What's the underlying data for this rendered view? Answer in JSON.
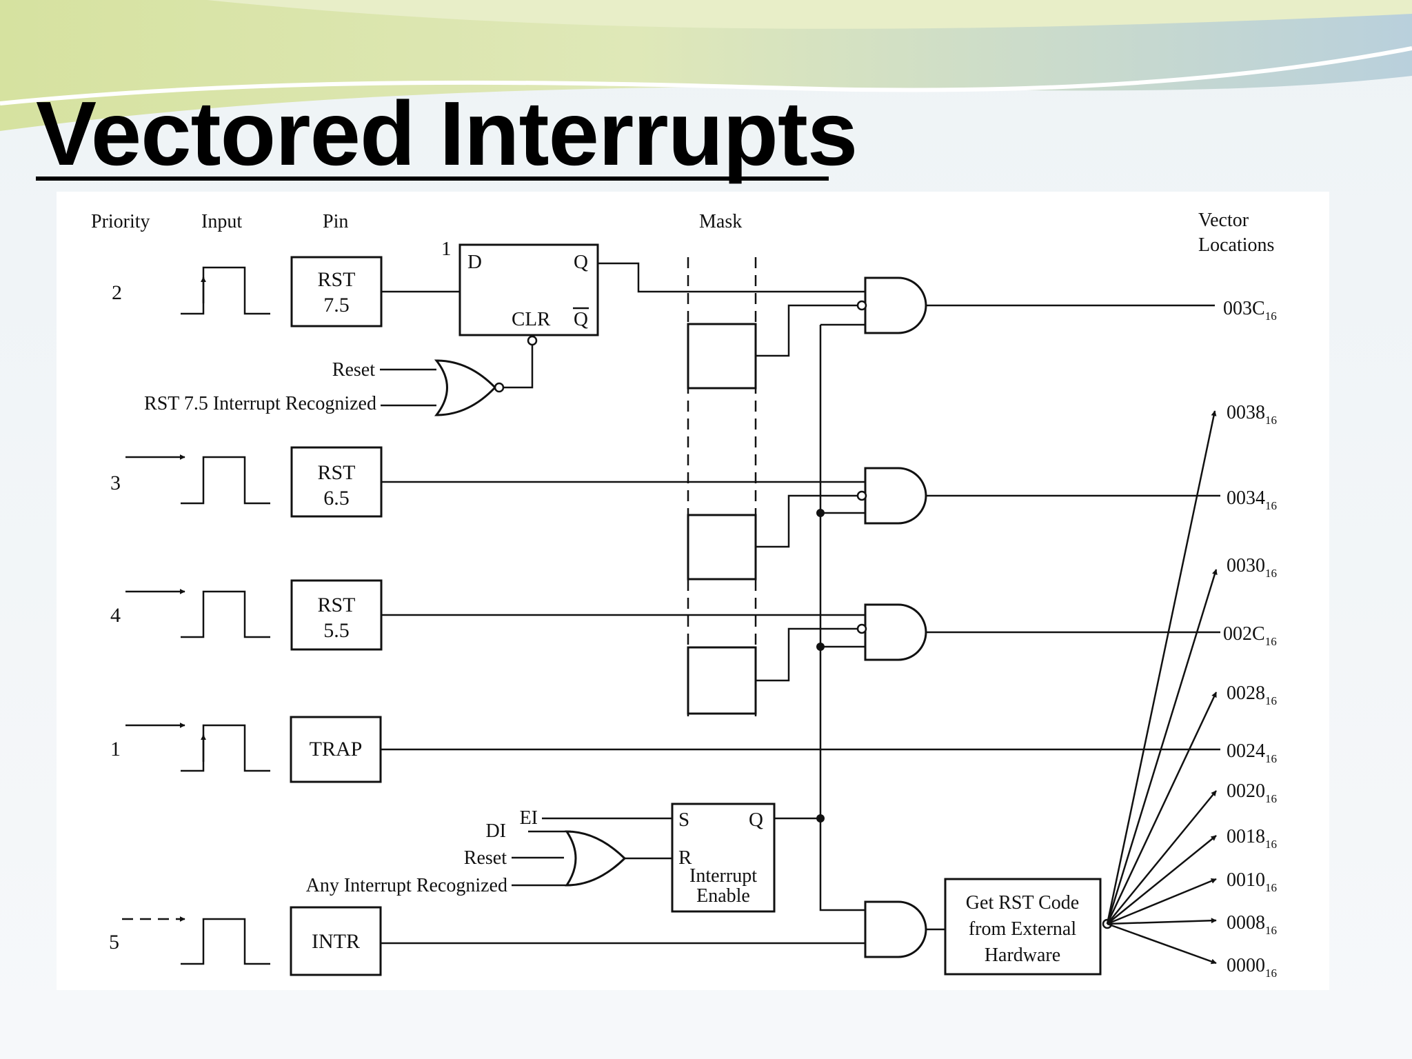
{
  "title": "Vectored Interrupts",
  "colors": {
    "wave_green": "#c9dc8e",
    "wave_blue": "#a8c6d6",
    "page_bg": "#f3f6f9",
    "ink": "#111111"
  },
  "headers": {
    "priority": "Priority",
    "input": "Input",
    "pin": "Pin",
    "mask": "Mask",
    "vector_line1": "Vector",
    "vector_line2": "Locations"
  },
  "rows": {
    "rst75": {
      "priority": "2",
      "pin_line1": "RST",
      "pin_line2": "7.5"
    },
    "rst65": {
      "priority": "3",
      "pin_line1": "RST",
      "pin_line2": "6.5"
    },
    "rst55": {
      "priority": "4",
      "pin_line1": "RST",
      "pin_line2": "5.5"
    },
    "trap": {
      "priority": "1",
      "pin_line1": "TRAP"
    },
    "intr": {
      "priority": "5",
      "pin_line1": "INTR"
    }
  },
  "flipflop": {
    "one": "1",
    "d": "D",
    "q": "Q",
    "clr": "CLR",
    "qbar": "Q"
  },
  "nor_inputs": {
    "reset": "Reset",
    "recognized": "RST 7.5 Interrupt Recognized"
  },
  "enable": {
    "ei": "EI",
    "di": "DI",
    "reset": "Reset",
    "any": "Any Interrupt Recognized",
    "s": "S",
    "q": "Q",
    "r": "R",
    "name_line1": "Interrupt",
    "name_line2": "Enable"
  },
  "rst_code": {
    "line1": "Get RST Code",
    "line2": "from External",
    "line3": "Hardware"
  },
  "vectors": {
    "v003C": {
      "base": "003C",
      "sub": "16"
    },
    "v0038": {
      "base": "0038",
      "sub": "16"
    },
    "v0034": {
      "base": "0034",
      "sub": "16"
    },
    "v0030": {
      "base": "0030",
      "sub": "16"
    },
    "v002C": {
      "base": "002C",
      "sub": "16"
    },
    "v0028": {
      "base": "0028",
      "sub": "16"
    },
    "v0024": {
      "base": "0024",
      "sub": "16"
    },
    "v0020": {
      "base": "0020",
      "sub": "16"
    },
    "v0018": {
      "base": "0018",
      "sub": "16"
    },
    "v0010": {
      "base": "0010",
      "sub": "16"
    },
    "v0008": {
      "base": "0008",
      "sub": "16"
    },
    "v0000": {
      "base": "0000",
      "sub": "16"
    }
  }
}
